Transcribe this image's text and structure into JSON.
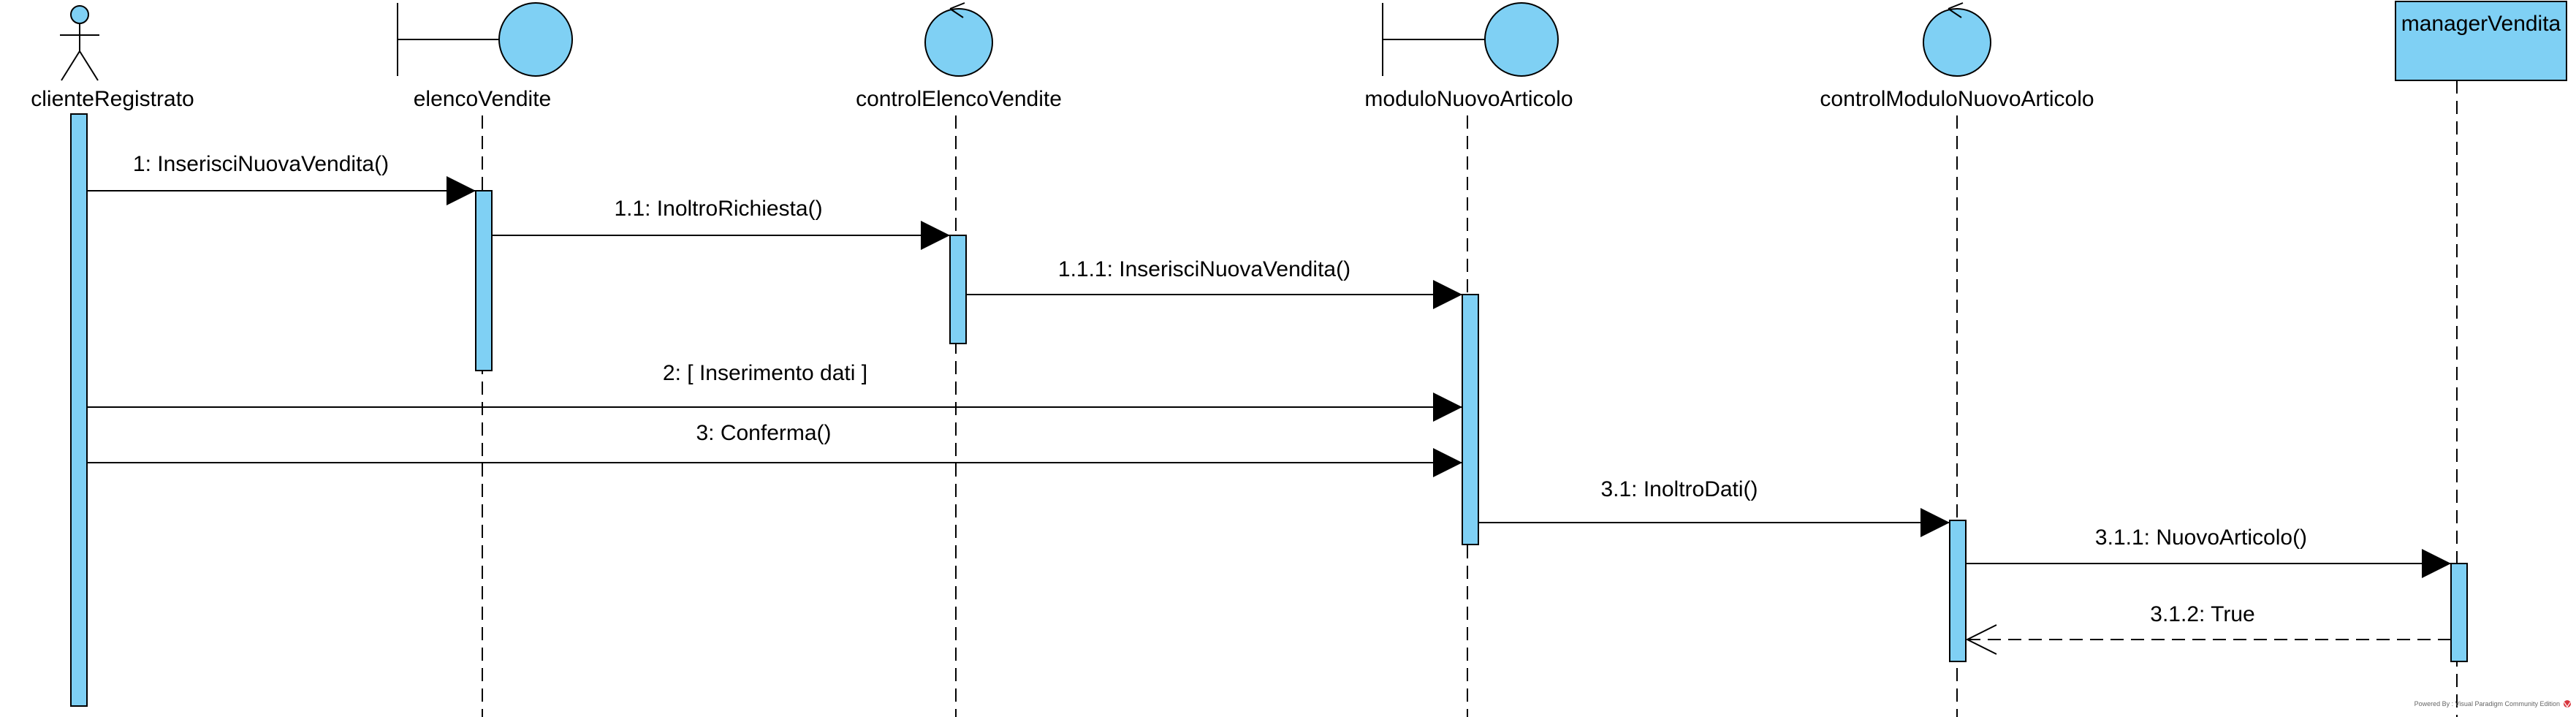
{
  "participants": [
    {
      "id": "clienteRegistrato",
      "kind": "actor",
      "name": "clienteRegistrato"
    },
    {
      "id": "elencoVendite",
      "kind": "boundary",
      "name": "elencoVendite"
    },
    {
      "id": "controlElencoVendite",
      "kind": "control",
      "name": "controlElencoVendite"
    },
    {
      "id": "moduloNuovoArticolo",
      "kind": "boundary",
      "name": "moduloNuovoArticolo"
    },
    {
      "id": "controlModuloNuovoArticolo",
      "kind": "control",
      "name": "controlModuloNuovoArticolo"
    },
    {
      "id": "managerVendita",
      "kind": "entity-box",
      "name": "managerVendita"
    }
  ],
  "messages": [
    {
      "label": "1: InserisciNuovaVendita()",
      "from": "clienteRegistrato",
      "to": "elencoVendite",
      "kind": "sync"
    },
    {
      "label": "1.1: InoltroRichiesta()",
      "from": "elencoVendite",
      "to": "controlElencoVendite",
      "kind": "sync"
    },
    {
      "label": "1.1.1: InserisciNuovaVendita()",
      "from": "controlElencoVendite",
      "to": "moduloNuovoArticolo",
      "kind": "sync"
    },
    {
      "label": "2: [ Inserimento dati ]",
      "from": "clienteRegistrato",
      "to": "moduloNuovoArticolo",
      "kind": "sync"
    },
    {
      "label": "3: Conferma()",
      "from": "clienteRegistrato",
      "to": "moduloNuovoArticolo",
      "kind": "sync"
    },
    {
      "label": "3.1: InoltroDati()",
      "from": "moduloNuovoArticolo",
      "to": "controlModuloNuovoArticolo",
      "kind": "sync"
    },
    {
      "label": "3.1.1: NuovoArticolo()",
      "from": "controlModuloNuovoArticolo",
      "to": "managerVendita",
      "kind": "sync"
    },
    {
      "label": "3.1.2: True",
      "from": "managerVendita",
      "to": "controlModuloNuovoArticolo",
      "kind": "return"
    }
  ],
  "footer": {
    "text": "Powered By : Visual Paradigm Community Edition"
  },
  "colors": {
    "fill": "#7fd0f4",
    "stroke": "#000000",
    "background": "#ffffff",
    "footer_logo": "#d9363e"
  }
}
